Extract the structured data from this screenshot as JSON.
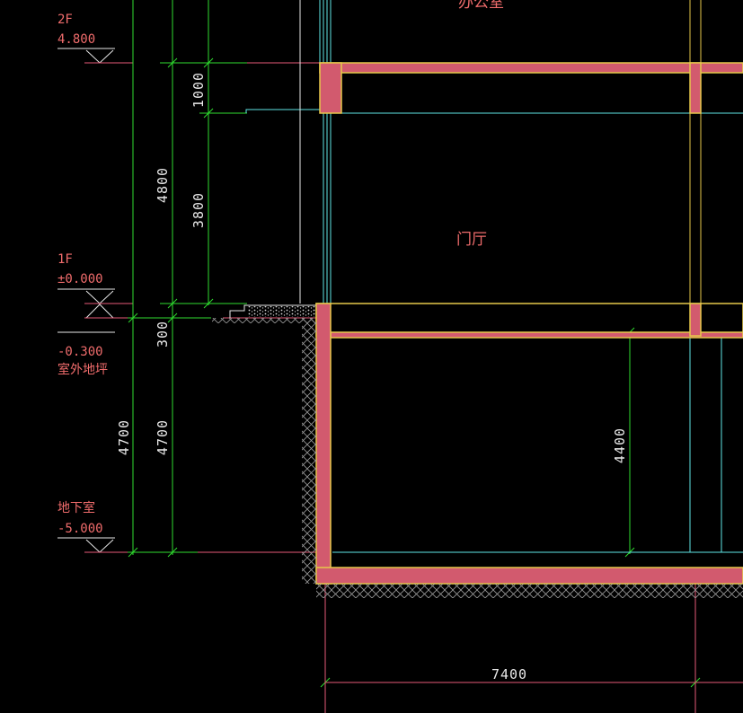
{
  "levels": {
    "f2": {
      "name": "2F",
      "elevation": "4.800"
    },
    "f1": {
      "name": "1F",
      "elevation": "±0.000"
    },
    "outdoor": {
      "elevation": "-0.300",
      "name": "室外地坪"
    },
    "basement": {
      "name": "地下室",
      "elevation": "-5.000"
    }
  },
  "dimensions": {
    "d1000": "1000",
    "d4800": "4800",
    "d3800": "3800",
    "d300": "300",
    "d4700_outer": "4700",
    "d4700_inner": "4700",
    "d4400": "4400",
    "d7400": "7400"
  },
  "rooms": {
    "lobby": "门厅",
    "office": "办公室"
  },
  "colors": {
    "background": "#000000",
    "wall_fill": "#d25a6e",
    "wall_edge": "#e6c84a",
    "dimension_line": "#2fdc2f",
    "grid_line": "#e65a78",
    "cyan_line": "#5fe6e6",
    "text_level": "#f06c6c",
    "text_dim": "#e8e8e8",
    "hatch": "#9a9a9a"
  }
}
